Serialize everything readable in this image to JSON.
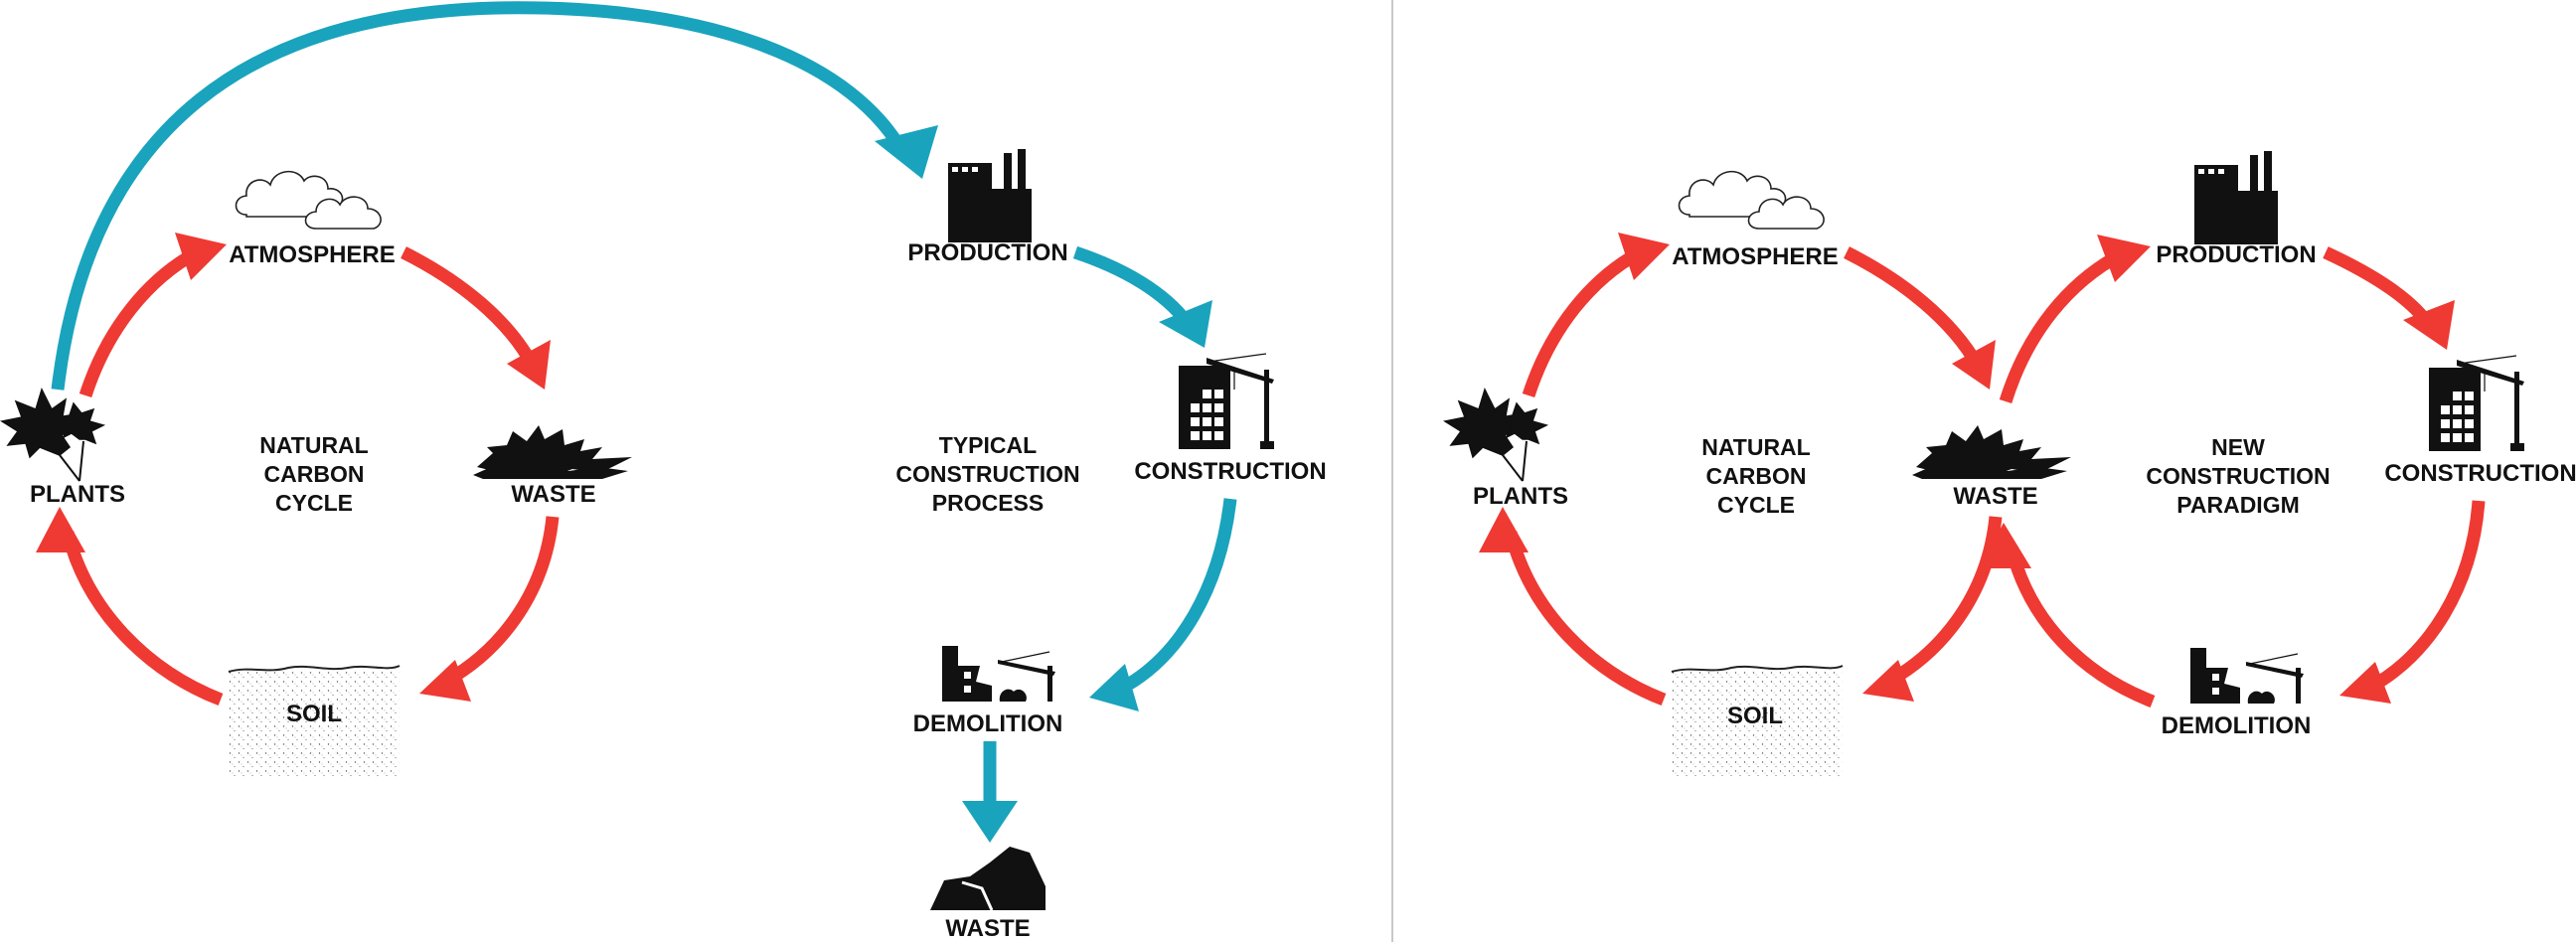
{
  "colors": {
    "natural_arrow": "#EE3A33",
    "construction_arrow": "#1AA3BD",
    "divider": "#C8C8C8",
    "icon": "#111111"
  },
  "left_panel": {
    "natural": {
      "center_lines": [
        "NATURAL",
        "CARBON",
        "CYCLE"
      ],
      "atmosphere": "ATMOSPHERE",
      "waste": "WASTE",
      "soil": "SOIL",
      "plants": "PLANTS"
    },
    "typical": {
      "center_lines": [
        "TYPICAL",
        "CONSTRUCTION",
        "PROCESS"
      ],
      "production": "PRODUCTION",
      "construction": "CONSTRUCTION",
      "demolition": "DEMOLITION",
      "waste": "WASTE"
    }
  },
  "right_panel": {
    "natural": {
      "center_lines": [
        "NATURAL",
        "CARBON",
        "CYCLE"
      ],
      "atmosphere": "ATMOSPHERE",
      "waste": "WASTE",
      "soil": "SOIL",
      "plants": "PLANTS"
    },
    "paradigm": {
      "center_lines": [
        "NEW",
        "CONSTRUCTION",
        "PARADIGM"
      ],
      "production": "PRODUCTION",
      "construction": "CONSTRUCTION",
      "demolition": "DEMOLITION"
    }
  },
  "icons": [
    "cloud-icon",
    "maple-leaf-icon",
    "waste-pile-icon",
    "soil-icon",
    "factory-icon",
    "building-crane-icon",
    "demolition-icon",
    "rubble-icon"
  ]
}
